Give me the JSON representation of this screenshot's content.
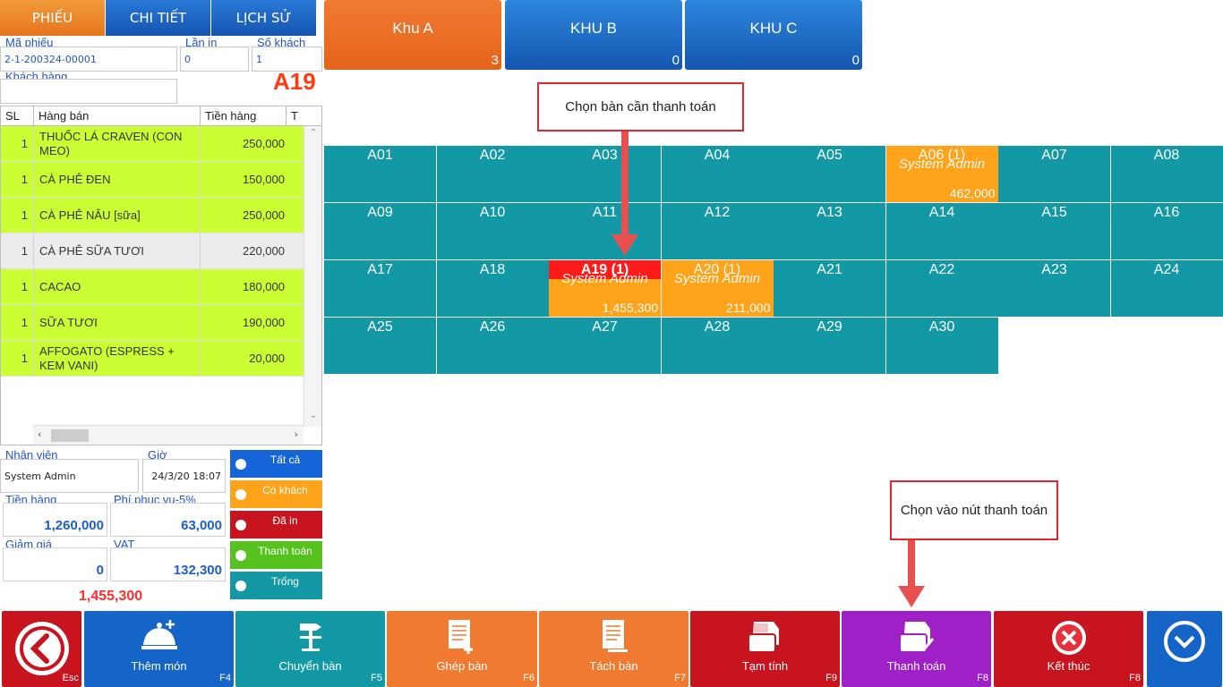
{
  "tabs": [
    "PHIẾU",
    "CHI TIẾT",
    "LỊCH SỬ"
  ],
  "ticket": {
    "code_label": "Mã phiếu",
    "code": "2-1-200324-00001",
    "print_label": "Lần in",
    "print": "0",
    "guests_label": "Số khách",
    "guests": "1",
    "customer_label": "Khách hàng",
    "customer": "",
    "table_code": "A19"
  },
  "order": {
    "headers": [
      "SL",
      "Hàng bán",
      "Tiền hàng",
      "T"
    ],
    "items": [
      {
        "qty": "1",
        "name": "THUỐC LÁ CRAVEN  (CON MEO)",
        "price": "250,000"
      },
      {
        "qty": "1",
        "name": "CÀ PHÊ ĐEN",
        "price": "150,000"
      },
      {
        "qty": "1",
        "name": "CÀ PHÊ NÂU [sữa]",
        "price": "250,000"
      },
      {
        "qty": "1",
        "name": "CÀ PHÊ SỮA TƯƠI",
        "price": "220,000"
      },
      {
        "qty": "1",
        "name": "CACAO",
        "price": "180,000"
      },
      {
        "qty": "1",
        "name": "SỮA TƯƠI",
        "price": "190,000"
      },
      {
        "qty": "1",
        "name": "AFFOGATO (ESPRESS + KEM VANI)",
        "price": "20,000"
      }
    ]
  },
  "summary": {
    "staff_label": "Nhân viên",
    "staff": "System Admin",
    "time_label": "Giờ",
    "time": "24/3/20 18:07",
    "subtotal_label": "Tiền hàng",
    "subtotal": "1,260,000",
    "service_label": "Phí phục vụ-5%",
    "service": "63,000",
    "discount_label": "Giảm giá",
    "discount": "0",
    "vat_label": "VAT",
    "vat": "132,300",
    "total": "1,455,300"
  },
  "filters": [
    {
      "label": "Tất cả",
      "color": "#1565d8"
    },
    {
      "label": "Có khách",
      "color": "#ffa31a"
    },
    {
      "label": "Đã in",
      "color": "#c8141e"
    },
    {
      "label": "Thanh toán",
      "color": "#55c21e"
    },
    {
      "label": "Trống",
      "color": "#1399a6"
    }
  ],
  "zones": [
    {
      "name": "Khu A",
      "count": "3"
    },
    {
      "name": "KHU B",
      "count": "0"
    },
    {
      "name": "KHU C",
      "count": "0"
    }
  ],
  "tables": [
    {
      "name": "A01"
    },
    {
      "name": "A02"
    },
    {
      "name": "A03"
    },
    {
      "name": "A04"
    },
    {
      "name": "A05"
    },
    {
      "name": "A06 (1)",
      "user": "System Admin",
      "amount": "462,000"
    },
    {
      "name": "A07"
    },
    {
      "name": "A08"
    },
    {
      "name": "A09"
    },
    {
      "name": "A10"
    },
    {
      "name": "A11"
    },
    {
      "name": "A12"
    },
    {
      "name": "A13"
    },
    {
      "name": "A14"
    },
    {
      "name": "A15"
    },
    {
      "name": "A16"
    },
    {
      "name": "A17"
    },
    {
      "name": "A18"
    },
    {
      "name": "A19 (1)",
      "user": "System Admin",
      "amount": "1,455,300",
      "selected": true
    },
    {
      "name": "A20 (1)",
      "user": "System Admin",
      "amount": "211,000"
    },
    {
      "name": "A21"
    },
    {
      "name": "A22"
    },
    {
      "name": "A23"
    },
    {
      "name": "A24"
    },
    {
      "name": "A25"
    },
    {
      "name": "A26"
    },
    {
      "name": "A27"
    },
    {
      "name": "A28"
    },
    {
      "name": "A29"
    },
    {
      "name": "A30"
    }
  ],
  "notes": {
    "choose_table": "Chọn bàn cần thanh toán",
    "choose_pay": "Chọn vào nút thanh toán"
  },
  "buttons": [
    {
      "label": "",
      "key": "Esc",
      "color": "#c8141e",
      "icon": "back-icon"
    },
    {
      "label": "Thêm món",
      "key": "F4",
      "color": "#1565c8",
      "icon": "bell-icon"
    },
    {
      "label": "Chuyển bàn",
      "key": "F5",
      "color": "#1399a6",
      "icon": "table-move-icon"
    },
    {
      "label": "Ghép bàn",
      "key": "F6",
      "color": "#f07a30",
      "icon": "merge-doc-icon"
    },
    {
      "label": "Tách bàn",
      "key": "F7",
      "color": "#f07a30",
      "icon": "split-doc-icon"
    },
    {
      "label": "Tạm tính",
      "key": "F9",
      "color": "#c8141e",
      "icon": "printer-icon"
    },
    {
      "label": "Thanh toán",
      "key": "F8",
      "color": "#a020c8",
      "icon": "pay-printer-icon"
    },
    {
      "label": "Kết thúc",
      "key": "F8",
      "color": "#c8141e",
      "icon": "close-circle-icon"
    },
    {
      "label": "",
      "key": "",
      "color": "#1565c8",
      "icon": "chevron-down-icon"
    }
  ]
}
